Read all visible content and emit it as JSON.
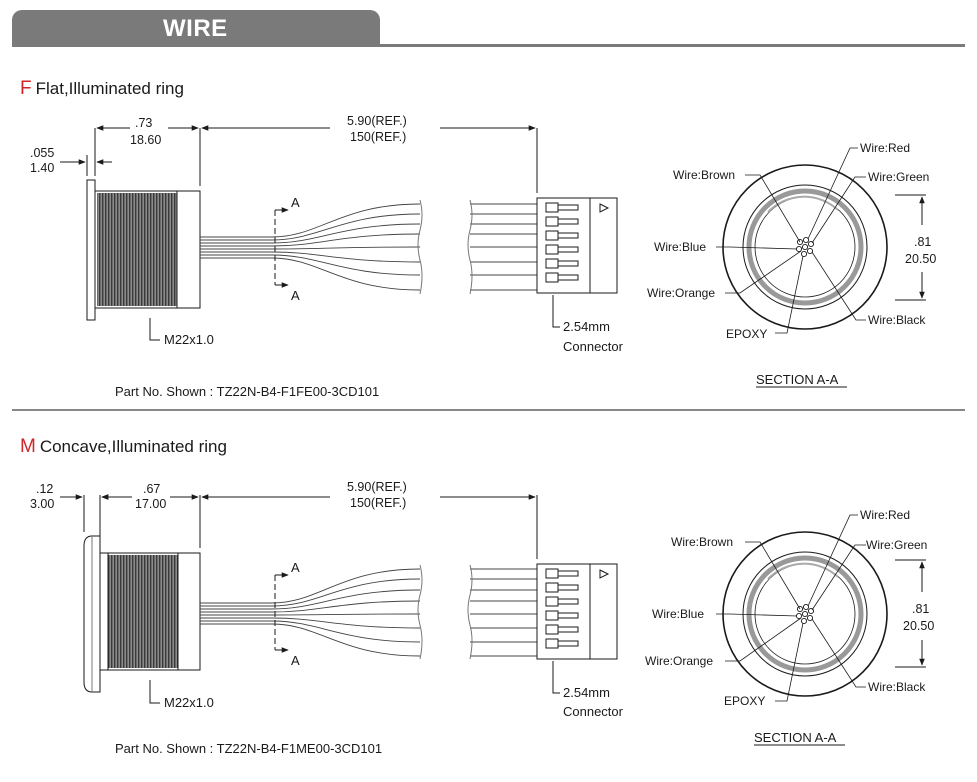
{
  "header": {
    "title": "WIRE"
  },
  "sections": [
    {
      "letter": "F",
      "title": "Flat,Illuminated ring",
      "dim_front_in": ".055",
      "dim_front_mm": "1.40",
      "dim_body_in": ".73",
      "dim_body_mm": "18.60",
      "dim_cable_in": "5.90(REF.)",
      "dim_cable_mm": "150(REF.)",
      "thread": "M22x1.0",
      "section_mark": "A",
      "connector_pitch": "2.54mm",
      "connector_label": "Connector",
      "part_no": "Part No. Shown : TZ22N-B4-F1FE00-3CD101",
      "wires": {
        "brown": "Wire:Brown",
        "red": "Wire:Red",
        "green": "Wire:Green",
        "blue": "Wire:Blue",
        "orange": "Wire:Orange",
        "black": "Wire:Black"
      },
      "epoxy": "EPOXY",
      "diam_in": ".81",
      "diam_mm": "20.50",
      "section_label": "SECTION A-A"
    },
    {
      "letter": "M",
      "title": "Concave,Illuminated ring",
      "dim_front_in": ".12",
      "dim_front_mm": "3.00",
      "dim_body_in": ".67",
      "dim_body_mm": "17.00",
      "dim_cable_in": "5.90(REF.)",
      "dim_cable_mm": "150(REF.)",
      "thread": "M22x1.0",
      "section_mark": "A",
      "connector_pitch": "2.54mm",
      "connector_label": "Connector",
      "part_no": "Part No. Shown : TZ22N-B4-F1ME00-3CD101",
      "wires": {
        "brown": "Wire:Brown",
        "red": "Wire:Red",
        "green": "Wire:Green",
        "blue": "Wire:Blue",
        "orange": "Wire:Orange",
        "black": "Wire:Black"
      },
      "epoxy": "EPOXY",
      "diam_in": ".81",
      "diam_mm": "20.50",
      "section_label": "SECTION A-A"
    }
  ]
}
